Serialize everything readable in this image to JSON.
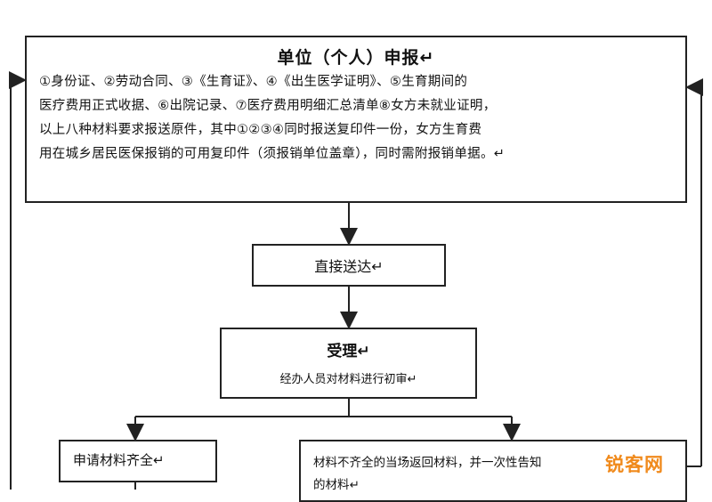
{
  "top_box": {
    "title": "单位（个人）申报↵",
    "lines": [
      "①身份证、②劳动合同、③《生育证》、④《出生医学证明》、⑤生育期间的",
      "医疗费用正式收据、⑥出院记录、⑦医疗费用明细汇总清单⑧女方未就业证明，",
      "以上八种材料要求报送原件，其中①②③④同时报送复印件一份，女方生育费",
      "用在城乡居民医保报销的可用复印件（须报销单位盖章），同时需附报销单据。↵"
    ]
  },
  "direct_box": {
    "label": "直接送达↵"
  },
  "accept_box": {
    "title": "受理↵",
    "subtitle": "经办人员对材料进行初审↵"
  },
  "complete_box": {
    "label": "申请材料齐全↵"
  },
  "incomplete_box": {
    "lines": [
      "材料不齐全的当场返回材料，并一次性告知",
      "的材料↵"
    ]
  },
  "watermark": {
    "text": "锐客网"
  },
  "colors": {
    "line": "#222222",
    "box_border": "#222222",
    "watermark": "#f08a1c"
  }
}
